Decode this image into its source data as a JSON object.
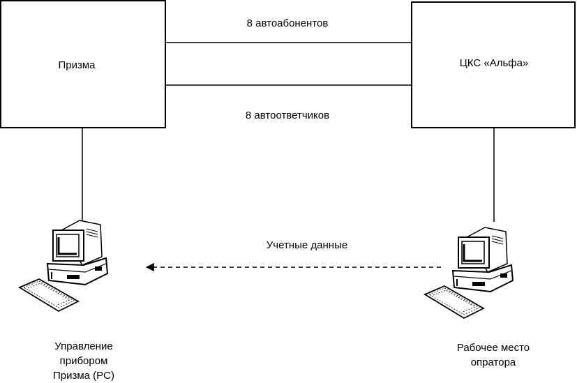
{
  "nodes": {
    "prizma": {
      "label": "Призма"
    },
    "cks": {
      "label": "ЦКС «Альфа»"
    }
  },
  "links": {
    "subscribers": {
      "label": "8 автоабонентов"
    },
    "answering": {
      "label": "8 автоответчиков"
    },
    "accounting": {
      "label": "Учетные данные",
      "style": "dashed",
      "direction": "right-to-left"
    }
  },
  "computers": {
    "left": {
      "caption_lines": [
        "Управление",
        "прибором",
        "Призма (PC)"
      ],
      "icon": "desktop-computer-icon"
    },
    "right": {
      "caption_lines": [
        "Рабочее место",
        "опратора"
      ],
      "icon": "desktop-computer-icon"
    }
  },
  "colors": {
    "line": "#000000",
    "background": "#ffffff"
  }
}
